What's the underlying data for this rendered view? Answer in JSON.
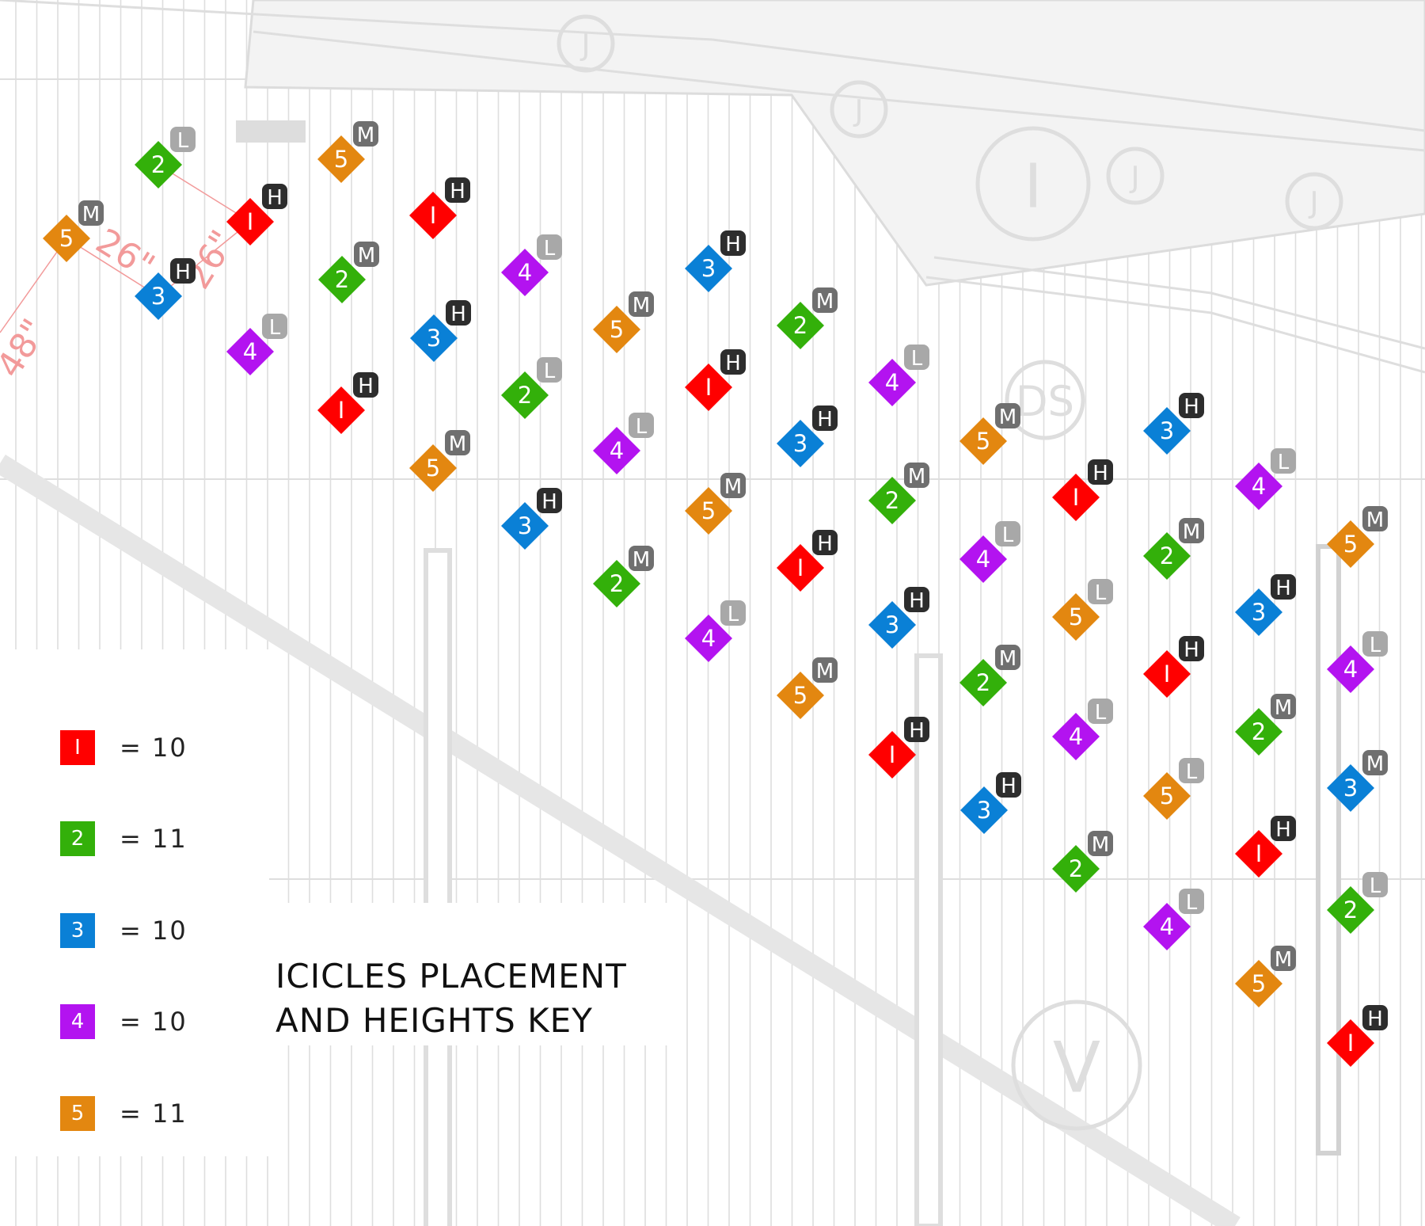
{
  "legend": {
    "items": [
      {
        "number": "1",
        "glyph": "I",
        "value": "= 10",
        "color": "#ff0000"
      },
      {
        "number": "2",
        "glyph": "2",
        "value": "= 11",
        "color": "#33b00a"
      },
      {
        "number": "3",
        "glyph": "3",
        "value": "= 10",
        "color": "#0a80d6"
      },
      {
        "number": "4",
        "glyph": "4",
        "value": "= 10",
        "color": "#b313f0"
      },
      {
        "number": "5",
        "glyph": "5",
        "value": "= 11",
        "color": "#e38710"
      }
    ]
  },
  "title": {
    "line1": "ICICLES PLACEMENT",
    "line2": "AND HEIGHTS KEY"
  },
  "dimensions": {
    "d1": "26\"",
    "d2": "26\"",
    "d3": "48\""
  },
  "plan_tags": {
    "i_tag": "I",
    "j_tag": "J",
    "ds_tag": "DS",
    "v_tag": "V"
  },
  "height_labels": {
    "H": "H",
    "M": "M",
    "L": "L"
  },
  "icicles": [
    {
      "type": 5,
      "height": "M"
    },
    {
      "type": 2,
      "height": "L"
    },
    {
      "type": 3,
      "height": "H"
    },
    {
      "type": 1,
      "height": "H"
    },
    {
      "type": 4,
      "height": "L"
    },
    {
      "type": 5,
      "height": "M"
    },
    {
      "type": 2,
      "height": "M"
    },
    {
      "type": 1,
      "height": "H"
    },
    {
      "type": 1,
      "height": "H"
    },
    {
      "type": 3,
      "height": "H"
    },
    {
      "type": 5,
      "height": "M"
    },
    {
      "type": 4,
      "height": "L"
    },
    {
      "type": 2,
      "height": "L"
    },
    {
      "type": 3,
      "height": "H"
    },
    {
      "type": 5,
      "height": "M"
    },
    {
      "type": 4,
      "height": "L"
    },
    {
      "type": 2,
      "height": "M"
    },
    {
      "type": 3,
      "height": "H"
    },
    {
      "type": 1,
      "height": "H"
    },
    {
      "type": 5,
      "height": "M"
    },
    {
      "type": 4,
      "height": "L"
    },
    {
      "type": 2,
      "height": "M"
    },
    {
      "type": 3,
      "height": "H"
    },
    {
      "type": 1,
      "height": "H"
    },
    {
      "type": 5,
      "height": "M"
    },
    {
      "type": 4,
      "height": "L"
    },
    {
      "type": 2,
      "height": "M"
    },
    {
      "type": 3,
      "height": "H"
    },
    {
      "type": 1,
      "height": "H"
    },
    {
      "type": 5,
      "height": "M"
    },
    {
      "type": 4,
      "height": "L"
    },
    {
      "type": 2,
      "height": "M"
    },
    {
      "type": 3,
      "height": "H"
    },
    {
      "type": 1,
      "height": "H"
    },
    {
      "type": 5,
      "height": "L"
    },
    {
      "type": 4,
      "height": "L"
    },
    {
      "type": 2,
      "height": "M"
    },
    {
      "type": 3,
      "height": "H"
    },
    {
      "type": 2,
      "height": "M"
    },
    {
      "type": 1,
      "height": "H"
    },
    {
      "type": 5,
      "height": "L"
    },
    {
      "type": 4,
      "height": "L"
    },
    {
      "type": 4,
      "height": "L"
    },
    {
      "type": 3,
      "height": "H"
    },
    {
      "type": 2,
      "height": "M"
    },
    {
      "type": 1,
      "height": "H"
    },
    {
      "type": 5,
      "height": "M"
    },
    {
      "type": 5,
      "height": "M"
    },
    {
      "type": 4,
      "height": "L"
    },
    {
      "type": 3,
      "height": "M"
    },
    {
      "type": 2,
      "height": "L"
    },
    {
      "type": 1,
      "height": "H"
    }
  ]
}
